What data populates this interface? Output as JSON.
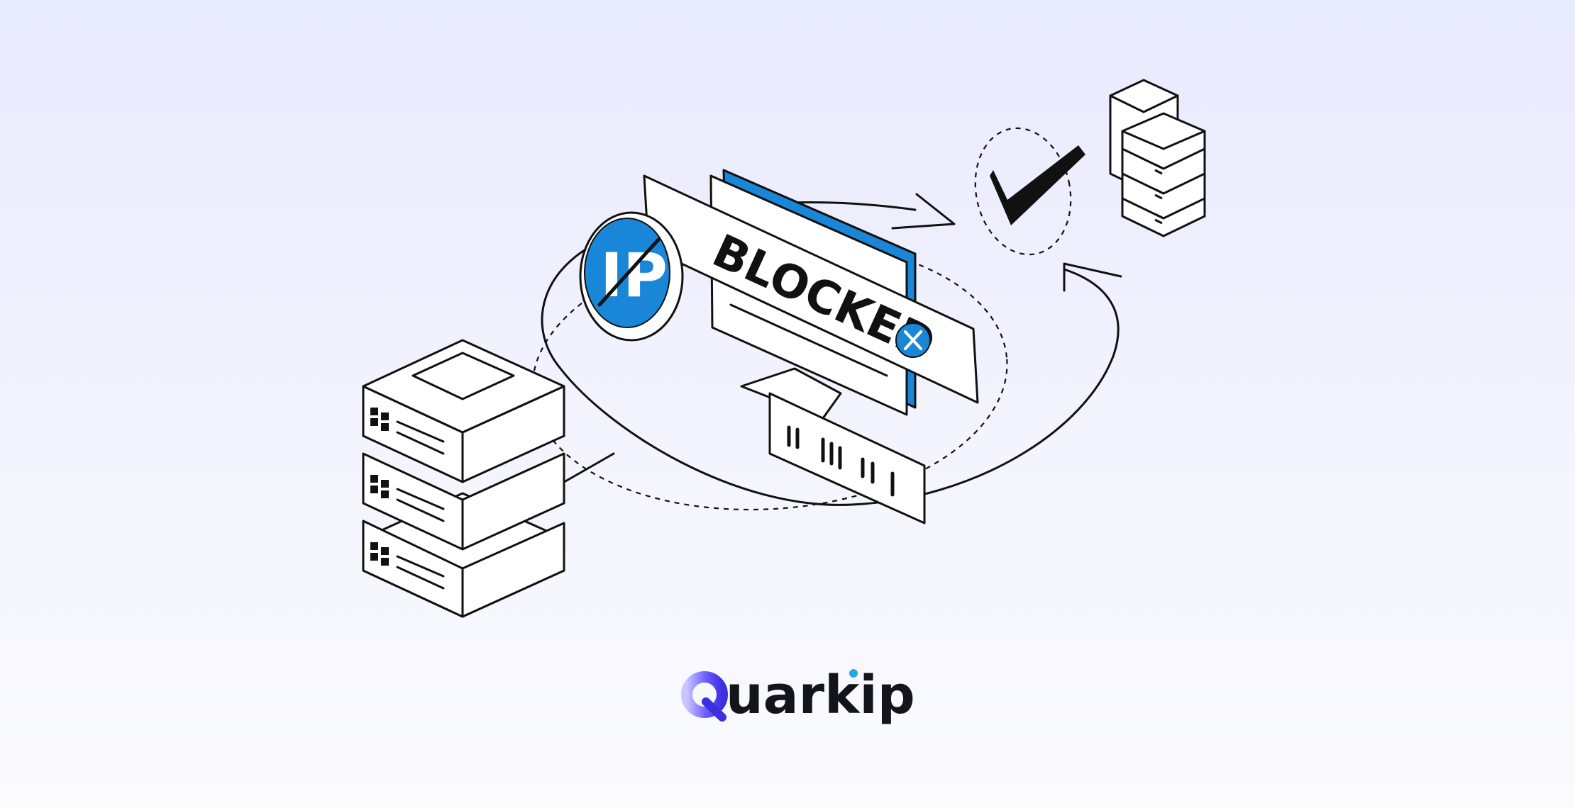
{
  "banner": {
    "blocked_label": "BLOCKED",
    "ip_label": "IP",
    "brand_name": "Quarkip",
    "brand_first_letter": "Q",
    "brand_rest": "uarkip"
  },
  "colors": {
    "background_top": "#e8eafd",
    "background_bottom": "#fbfbfe",
    "accent_blue": "#1a86d8",
    "logo_purple": "#6a5cff",
    "ink": "#111111"
  },
  "icons": [
    "server-stack-icon",
    "monitor-icon",
    "ip-blocked-icon",
    "close-icon",
    "checkmark-icon",
    "cycle-arrow-icon",
    "barcode-icon",
    "database-icon"
  ]
}
